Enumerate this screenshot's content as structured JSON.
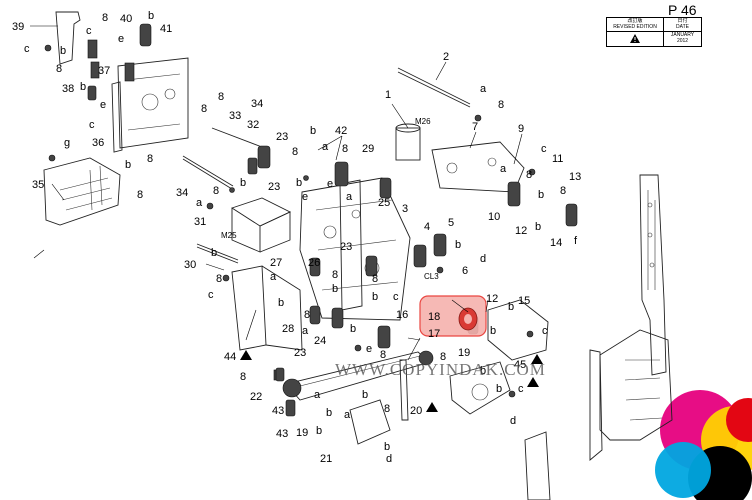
{
  "header": {
    "page_number": "P 46",
    "revised_edition_label_jp": "改訂版",
    "revised_edition_label": "REVISED EDITION",
    "date_label_jp": "日付",
    "date_label": "DATE",
    "date_value_month": "JANUARY",
    "date_value_year": "2012"
  },
  "watermark": "WWW.COPYINDAK.COM",
  "colors": {
    "highlight": "#e8322d",
    "highlight_fill": "#f6b2ae",
    "ink": "#000000"
  },
  "callouts": {
    "n1": "1",
    "n2": "2",
    "n3": "3",
    "n4": "4",
    "n5": "5",
    "n6": "6",
    "n7": "7",
    "n8": "8",
    "n9": "9",
    "n10": "10",
    "n11": "11",
    "n12": "12",
    "n13": "13",
    "n14": "14",
    "n15": "15",
    "n16": "16",
    "n17": "17",
    "n18": "18",
    "n19": "19",
    "n20": "20",
    "n21": "21",
    "n22": "22",
    "n23": "23",
    "n24": "24",
    "n25": "25",
    "n26": "26",
    "n27": "27",
    "n28": "28",
    "n29": "29",
    "n30": "30",
    "n31": "31",
    "n32": "32",
    "n33": "33",
    "n34": "34",
    "n35": "35",
    "n36": "36",
    "n37": "37",
    "n38": "38",
    "n39": "39",
    "n40": "40",
    "n41": "41",
    "n42": "42",
    "n43": "43",
    "n44": "44",
    "n45": "45",
    "a": "a",
    "b": "b",
    "c": "c",
    "d": "d",
    "e": "e",
    "f": "f",
    "g": "g",
    "m26": "M26",
    "m25": "M25",
    "cl3": "CL3"
  }
}
